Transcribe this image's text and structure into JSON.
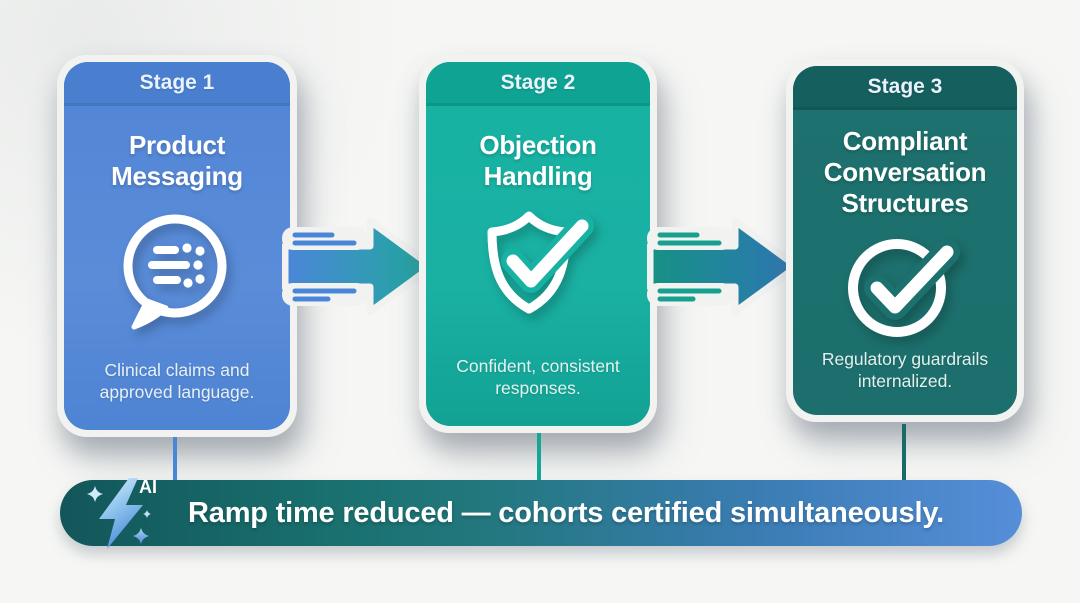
{
  "background_color": "#f6f7f5",
  "stages": [
    {
      "stage_label": "Stage 1",
      "title": "Product Messaging",
      "description": "Clinical claims and approved language.",
      "icon": "chat-bubble-data-icon",
      "colors": {
        "header": "#4a7fd0",
        "body": "#5a8cd8",
        "connector": "#4a86d8"
      }
    },
    {
      "stage_label": "Stage 2",
      "title": "Objection Handling",
      "description": "Confident, consistent responses.",
      "icon": "shield-check-icon",
      "colors": {
        "header": "#0ea393",
        "body": "#17b2a3",
        "connector": "#13a795"
      }
    },
    {
      "stage_label": "Stage 3",
      "title": "Compliant Conversation Structures",
      "description": "Regulatory guardrails internalized.",
      "icon": "circle-check-icon",
      "colors": {
        "header": "#155f5e",
        "body": "#1c706d",
        "connector": "#1a6b67"
      }
    }
  ],
  "arrows": [
    {
      "direction": "right",
      "gradient_start": "#4b86d8",
      "gradient_end": "#1fa89c",
      "streak_color": "#4a86d8"
    },
    {
      "direction": "right",
      "gradient_start": "#169184",
      "gradient_end": "#2e77b5",
      "streak_color": "#17a08f"
    }
  ],
  "banner": {
    "text": "Ramp time reduced — cohorts certified simultaneously.",
    "icon": "ai-lightning-sparkles-icon",
    "icon_label": "AI",
    "gradient_start": "#13565a",
    "gradient_end": "#568ed9"
  }
}
